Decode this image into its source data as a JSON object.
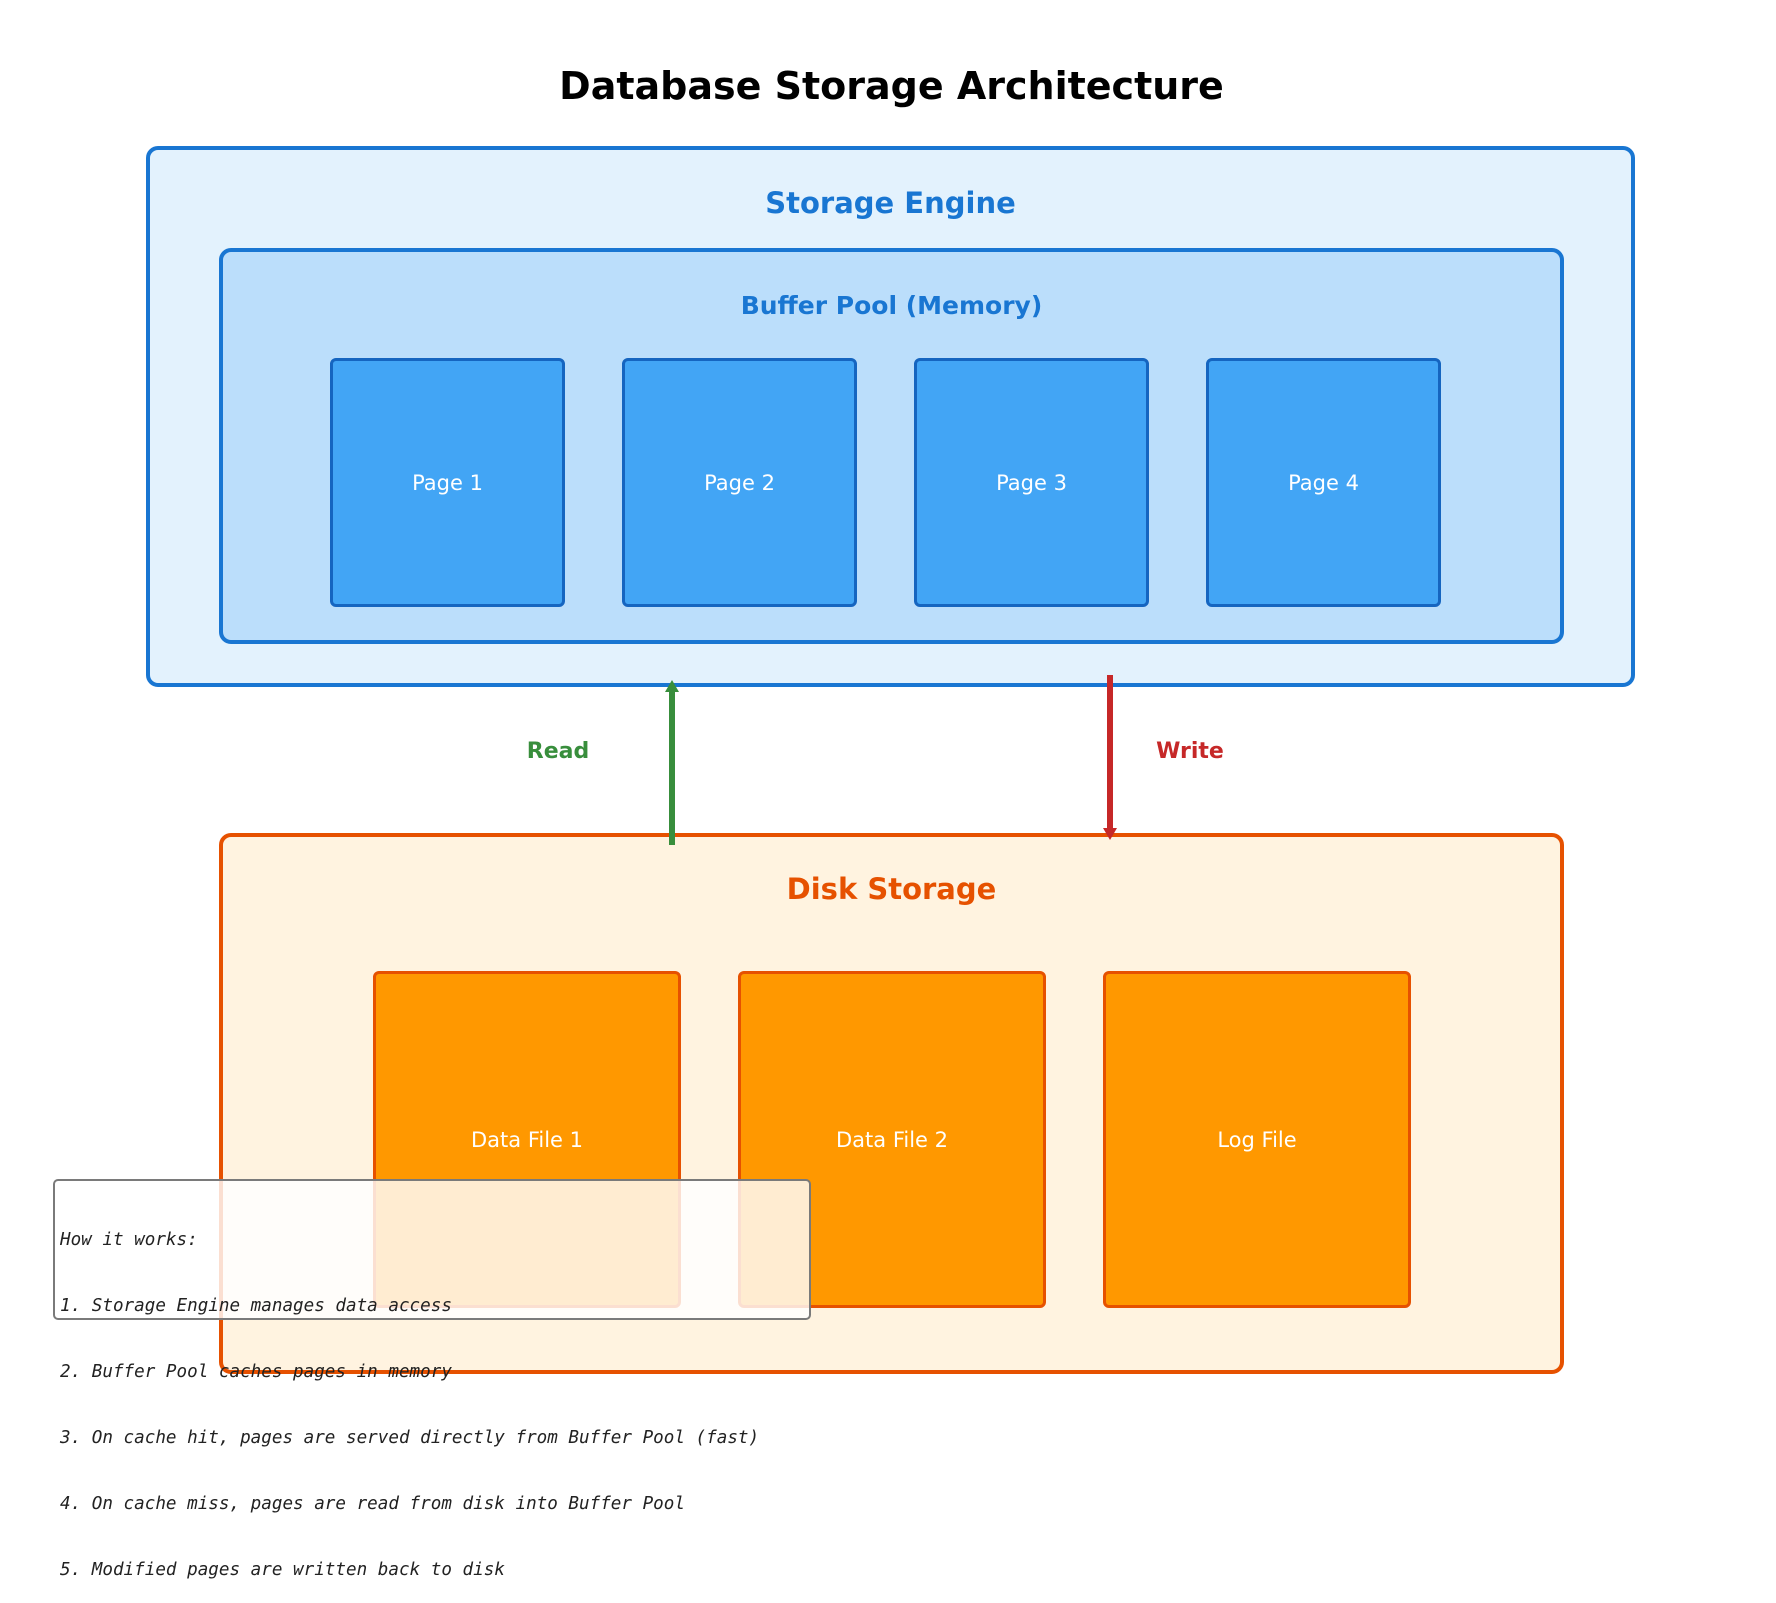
{
  "title": "Database Storage Architecture",
  "storage_engine": {
    "label": "Storage Engine",
    "buffer_pool": {
      "label": "Buffer Pool (Memory)",
      "pages": [
        "Page 1",
        "Page 2",
        "Page 3",
        "Page 4"
      ]
    }
  },
  "disk_storage": {
    "label": "Disk Storage",
    "files": [
      "Data File 1",
      "Data File 2",
      "Log File"
    ]
  },
  "flows": {
    "read_label": "Read",
    "write_label": "Write"
  },
  "notes": [
    "How it works:",
    "1. Storage Engine manages data access",
    "2. Buffer Pool caches pages in memory",
    "3. On cache hit, pages are served directly from Buffer Pool (fast)",
    "4. On cache miss, pages are read from disk into Buffer Pool",
    "5. Modified pages are written back to disk"
  ],
  "colors": {
    "engine_border": "#1976d2",
    "engine_fill": "#e3f2fd",
    "pool_fill": "#bbdefb",
    "page_fill": "#42a5f5",
    "disk_border": "#e65100",
    "disk_fill": "#fff3e0",
    "file_fill": "#ff9800",
    "read_arrow": "#388e3c",
    "write_arrow": "#c62828"
  }
}
